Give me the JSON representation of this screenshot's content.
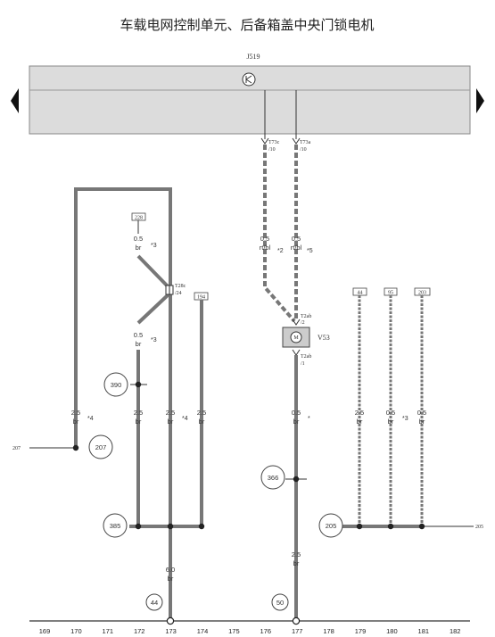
{
  "title": "车载电网控制单元、后备箱盖中央门锁电机",
  "control_unit": {
    "label": "J519"
  },
  "motor": {
    "label": "V53",
    "symbol": "M"
  },
  "connectors": {
    "t73c": {
      "name": "T73c",
      "pin": "/10"
    },
    "t73a": {
      "name": "T73a",
      "pin": "/10"
    },
    "t28c": {
      "name": "T28c",
      "pin": "/24"
    },
    "t2ab_top": {
      "name": "T2ab",
      "pin": "/2"
    },
    "t2ab_bot": {
      "name": "T2ab",
      "pin": "/1"
    }
  },
  "wire_labels": {
    "w173_top": {
      "size": "0.5",
      "color": "br"
    },
    "w173_mid": {
      "size": "0.5",
      "color": "br"
    },
    "w176": {
      "size": "0.5",
      "color": "rt/bl"
    },
    "w177_top": {
      "size": "0.5",
      "color": "rt/bl"
    },
    "w170": {
      "size": "2.5",
      "color": "br"
    },
    "w172": {
      "size": "2.5",
      "color": "br"
    },
    "w173": {
      "size": "2.5",
      "color": "br"
    },
    "w174": {
      "size": "2.5",
      "color": "br"
    },
    "w177": {
      "size": "0.5",
      "color": "br"
    },
    "w179": {
      "size": "2.5",
      "color": "br"
    },
    "w180": {
      "size": "0.5",
      "color": "br"
    },
    "w181": {
      "size": "0.5",
      "color": "br"
    },
    "w177_bot": {
      "size": "2.5",
      "color": "br"
    },
    "w173_bot": {
      "size": "6.0",
      "color": "br"
    }
  },
  "footnotes": {
    "n1": "*3",
    "n2": "*2",
    "n3": "*5",
    "n4": "*3",
    "n5": "*4",
    "n6": "*4",
    "n7": "*",
    "n8": "*3",
    "n9": "*",
    "n10": "*"
  },
  "ref_boxes": {
    "r228": "228",
    "r194": "194",
    "r44": "44",
    "r95": "95",
    "r203": "203"
  },
  "bubbles": {
    "b390": "390",
    "b207": "207",
    "b385": "385",
    "b366": "366",
    "b205": "205",
    "b44": "44",
    "b50": "50"
  },
  "edge_refs": {
    "left": "207",
    "right": "205"
  },
  "columns": [
    "169",
    "170",
    "171",
    "172",
    "173",
    "174",
    "175",
    "176",
    "177",
    "178",
    "179",
    "180",
    "181",
    "182"
  ]
}
